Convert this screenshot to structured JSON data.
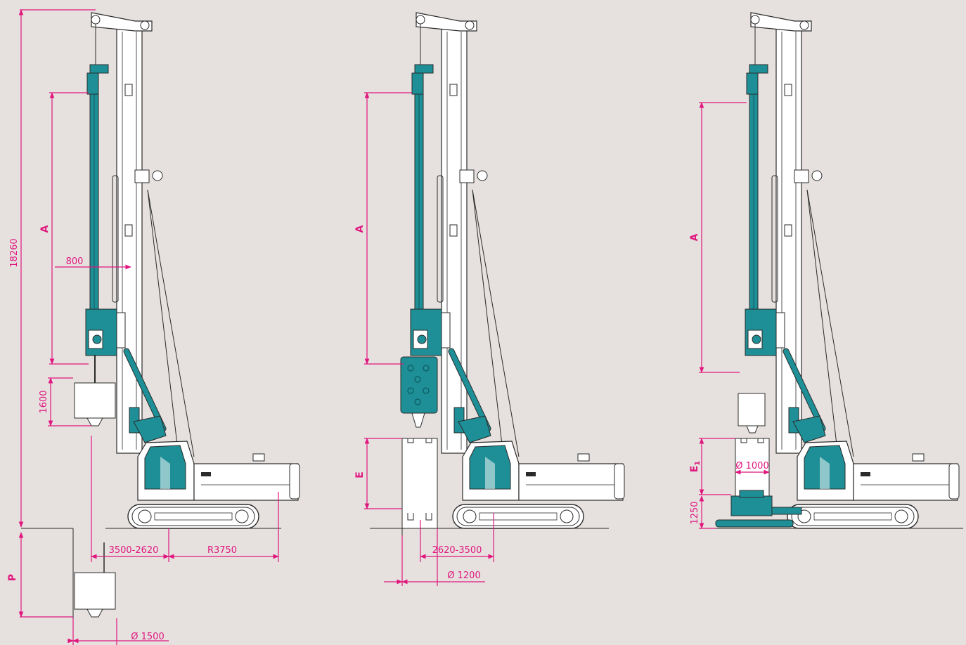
{
  "colors": {
    "background": "#e6e1de",
    "dimension": "#e0177f",
    "teal": "#1e8f96",
    "outline": "#2b2b2b",
    "body": "#ffffff"
  },
  "rig1": {
    "height": "18260",
    "a": "A",
    "offset": "800",
    "clearance": "1600",
    "depth": "P",
    "reach": "3500-2620",
    "radius": "R3750",
    "diameter": "Ø 1500"
  },
  "rig2": {
    "a": "A",
    "e": "E",
    "reach": "2620-3500",
    "diameter": "Ø 1200"
  },
  "rig3": {
    "a": "A",
    "e1": "E",
    "e1_sub": "1",
    "height": "1250",
    "diameter": "Ø 1000"
  }
}
